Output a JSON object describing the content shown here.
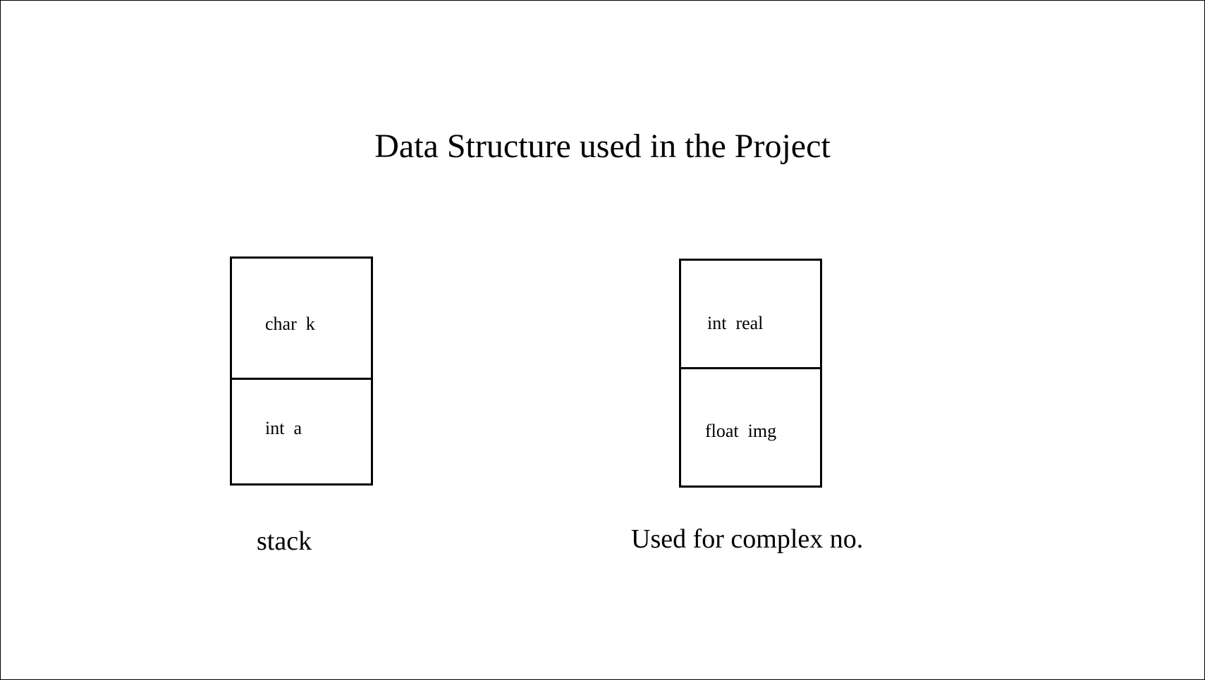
{
  "title": "Data Structure used in the Project",
  "structures": [
    {
      "fields": [
        "char  k",
        "int  a"
      ],
      "caption": "stack"
    },
    {
      "fields": [
        "int  real",
        "float  img"
      ],
      "caption": "Used for complex no."
    }
  ]
}
